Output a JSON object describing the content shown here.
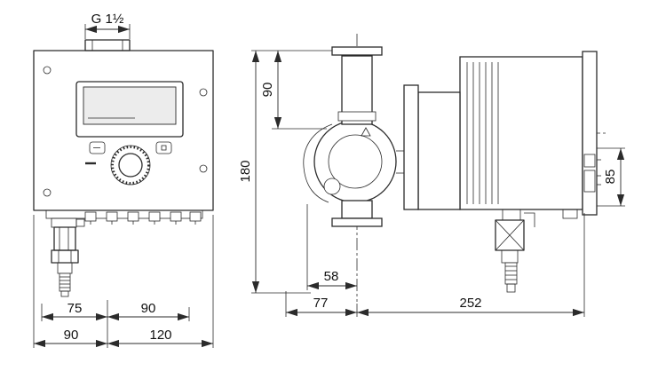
{
  "dimensions": {
    "front": {
      "thread": "G 1½",
      "row1_left": "75",
      "row1_right": "90",
      "row2_left": "90",
      "row2_right": "120"
    },
    "side": {
      "total_height": "180",
      "port_height": "90",
      "module_height": "85",
      "inlet_offset": "58",
      "front_depth": "77",
      "body_depth": "252"
    }
  }
}
